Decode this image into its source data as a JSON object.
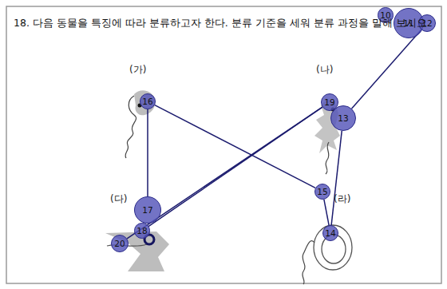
{
  "diagram": {
    "title": "18. 다음 동물을 특징에 따라 분류하고자 한다. 분류 기준을 세워 분류 과정을 말해 보시오.",
    "nodes": [
      {
        "text": [
          "10"
        ]
      },
      {
        "text": [
          "11"
        ]
      },
      {
        "text": [
          "12"
        ]
      },
      {
        "text": [
          "13"
        ]
      },
      {
        "text": [
          "14"
        ]
      },
      {
        "text": [
          "15"
        ]
      },
      {
        "text": [
          "16"
        ]
      },
      {
        "text": [
          "17"
        ]
      },
      {
        "text": [
          "18"
        ]
      },
      {
        "text": [
          "19"
        ]
      },
      {
        "text": [
          "20"
        ]
      }
    ],
    "edges": [
      {
        "from": 2,
        "to": 3,
        "arrow": "none"
      },
      {
        "from": 3,
        "to": 4,
        "arrow": "none"
      },
      {
        "from": 4,
        "to": 5,
        "arrow": "none"
      },
      {
        "from": 5,
        "to": 6,
        "arrow": "none"
      },
      {
        "from": 6,
        "to": 7,
        "arrow": "none"
      },
      {
        "from": 7,
        "to": 8,
        "arrow": "none"
      },
      {
        "from": 8,
        "to": 9,
        "arrow": "none"
      },
      {
        "from": 9,
        "to": 10,
        "arrow": "none"
      }
    ],
    "labels": [
      "(가)",
      "(나)",
      "(다)",
      "(라)"
    ]
  }
}
